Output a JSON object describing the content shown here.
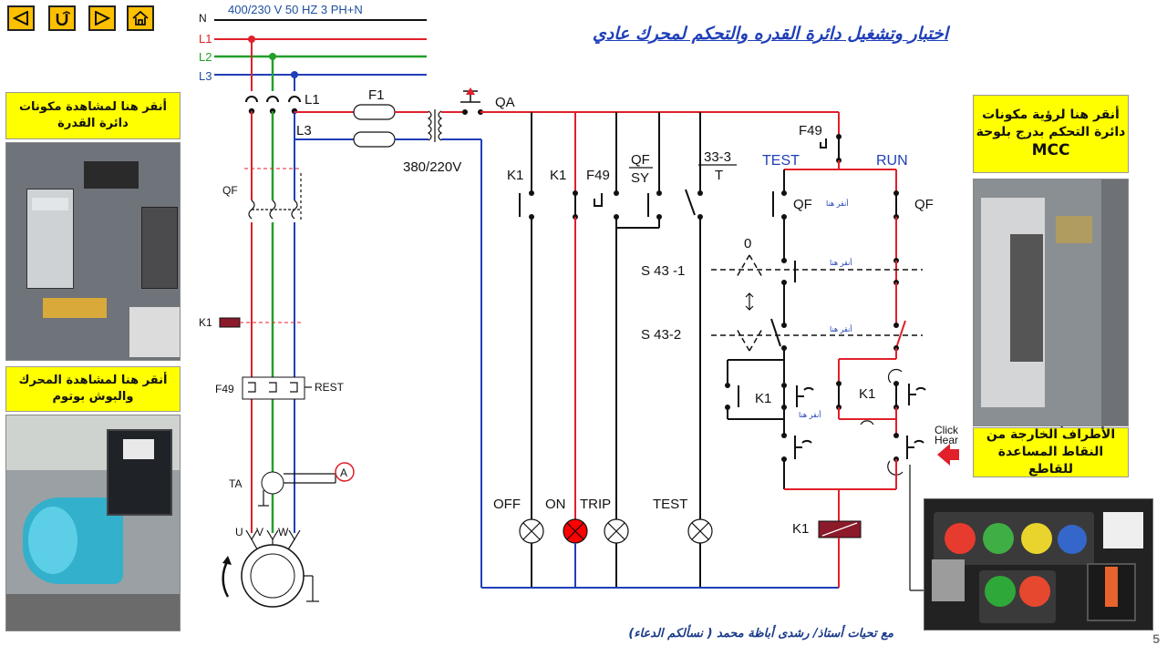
{
  "title": "اختبار وتشغيل دائرة القدره والتحكم لمحرك عادي",
  "credits": "مع تحيات أستاذ/ رشدى أباظة محمد ( نسألكم الدعاء)",
  "page_number": "5",
  "nav": {
    "buttons": [
      "back",
      "return",
      "forward",
      "home"
    ]
  },
  "callouts": {
    "power_components": "أنقر هنا لمشاهدة مكونات دائرة القدرة",
    "motor_push": "أنقر هنا لمشاهدة المحرك والبوش بوتوم",
    "mcc_control_line1": "أنقر هنا لرؤية مكونات",
    "mcc_control_line2": "دائرة التحكم بدرج بلوحة",
    "mcc_control_line3": "MCC",
    "aux_terminals": "الأطراف الخارجة من النقاط المساعدة للقاطع"
  },
  "supply": {
    "spec": "400/230 V   50 HZ   3 PH+N",
    "n": "N",
    "l1": "L1",
    "l2": "L2",
    "l3": "L3"
  },
  "power_circuit": {
    "fuse_label": "F1",
    "l1_tap": "L1",
    "l3_tap": "L3",
    "transformer_voltage": "380/220V",
    "breaker_label": "QF",
    "contactor_label": "K1",
    "overload_label": "F49",
    "overload_reset": "REST",
    "ct_label": "TA",
    "ammeter": "A",
    "motor_terminals": [
      "U",
      "V",
      "W"
    ]
  },
  "control_circuit": {
    "main_switch": "QA",
    "k1_a": "K1",
    "k1_b": "K1",
    "f49_contact": "F49",
    "qf_sy_top": "QF",
    "qf_sy_bottom": "SY",
    "timer_top": "33-3",
    "timer_bottom": "T",
    "f49_top": "F49",
    "test": "TEST",
    "run": "RUN",
    "qf_left": "QF",
    "qf_right": "QF",
    "selector_zero": "0",
    "s43_1": "S 43 -1",
    "s43_2": "S 43-2",
    "k1_hold_left": "K1",
    "k1_hold_right": "K1",
    "coil_label": "K1",
    "click_here_line1": "Click",
    "click_here_line2": "Hear",
    "hint": "أنقر هنا",
    "lamps": [
      "OFF",
      "ON",
      "TRIP",
      "TEST"
    ]
  }
}
